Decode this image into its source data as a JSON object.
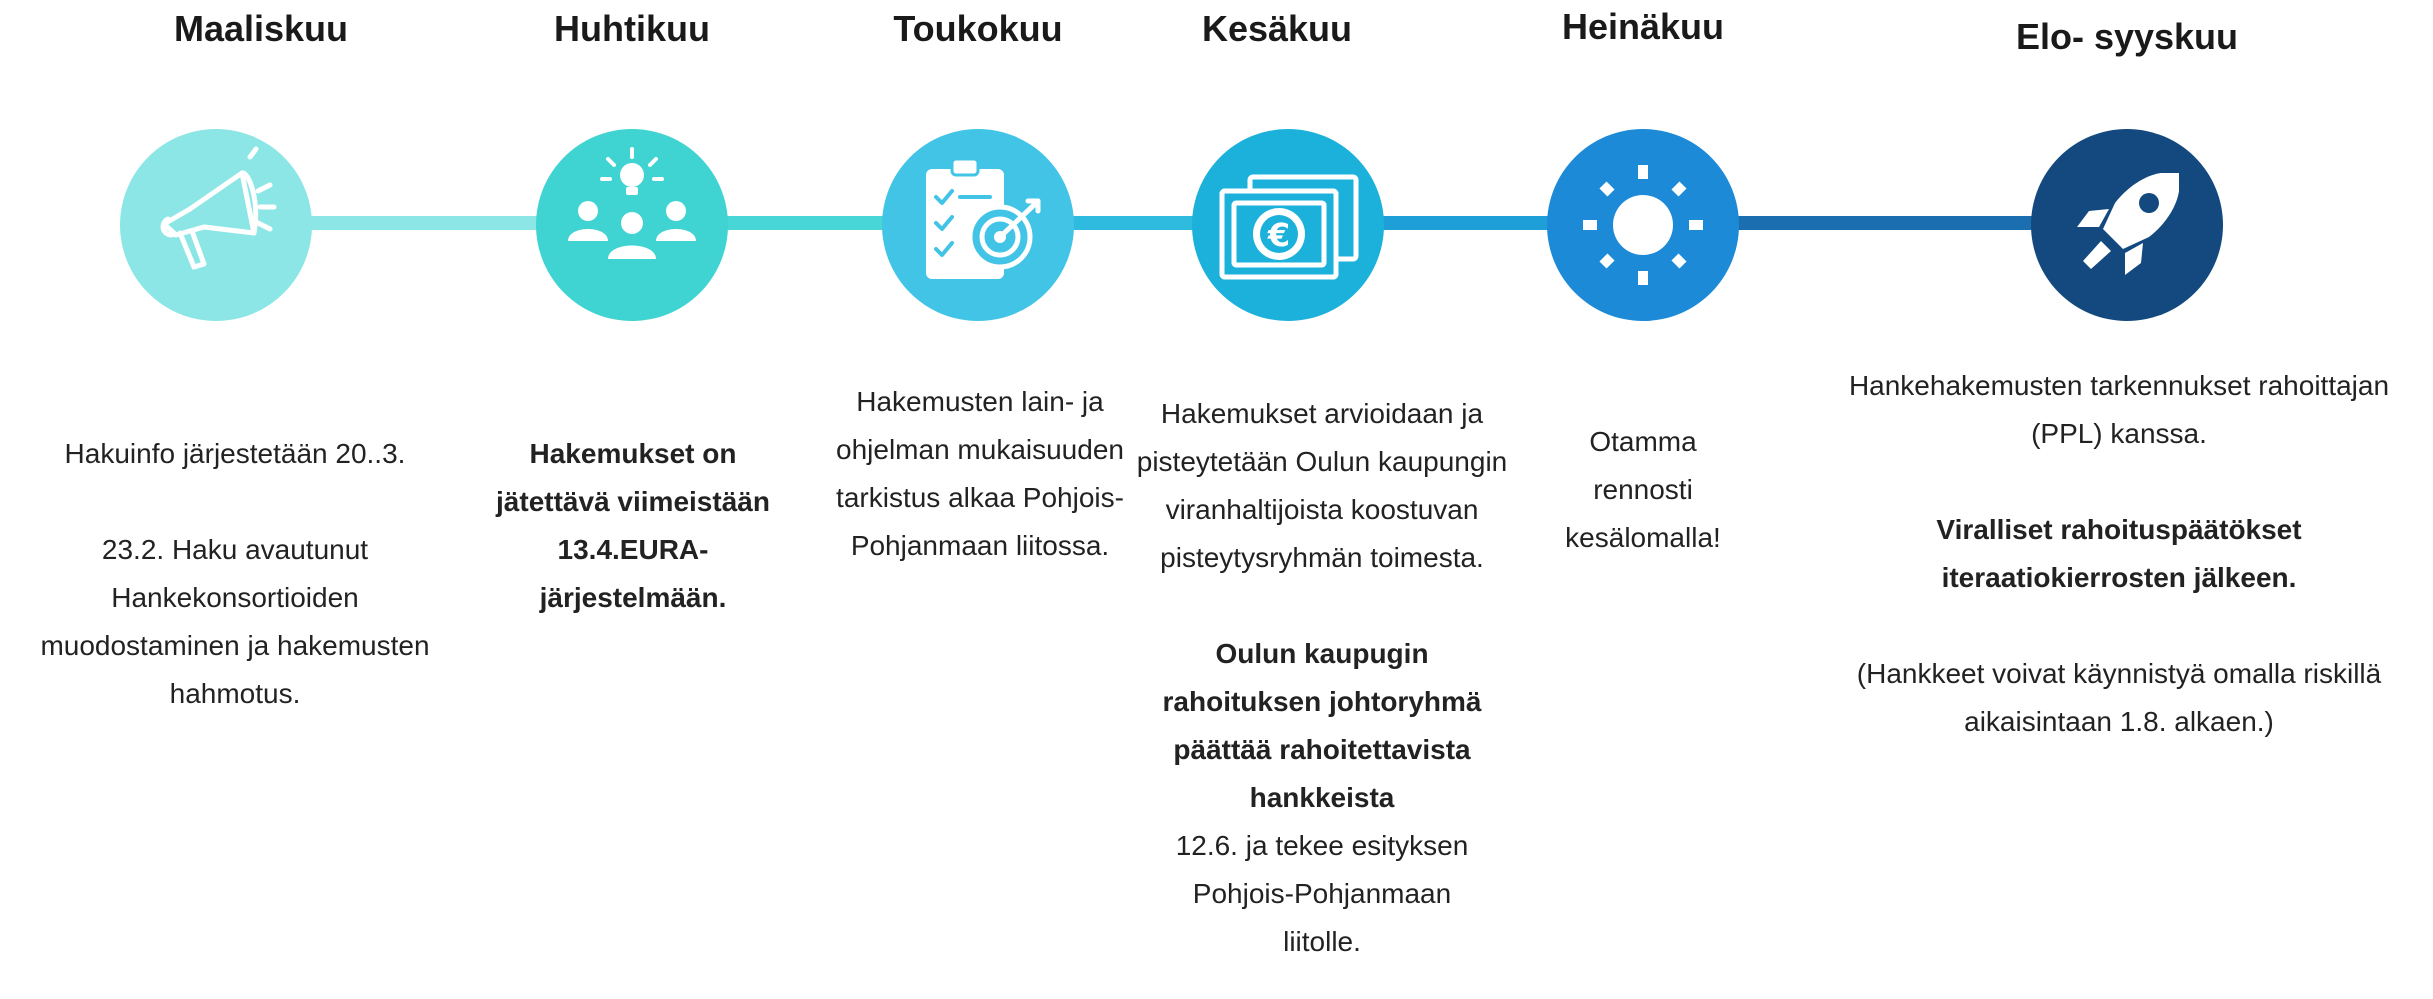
{
  "colors": {
    "c1": "#8de6e6",
    "c2": "#3fd4d1",
    "c3": "#42c4e6",
    "c4": "#1bb1da",
    "c5": "#1c8ad6",
    "c6": "#13497e",
    "line1": "#8de6e6",
    "line2": "#49d6d6",
    "line3": "#2fbbe0",
    "line4": "#1e9fd8",
    "line5": "#1b6fb0"
  },
  "months": {
    "m1": "Maaliskuu",
    "m2": "Huhtikuu",
    "m3": "Toukokuu",
    "m4": "Kesäkuu",
    "m5": "Heinäkuu",
    "m6": "Elo- syyskuu"
  },
  "icons": [
    "megaphone-icon",
    "ideas-team-icon",
    "checklist-target-icon",
    "euro-banknote-icon",
    "sun-icon",
    "rocket-icon"
  ],
  "texts": {
    "m1_p1": "Hakuinfo järjestetään 20..3.",
    "m1_p2": "23.2. Haku avautunut Hankekonsortioiden muodostaminen ja hakemusten hahmotus.",
    "m2_p1": "Hakemukset on jätettävä viimeistään 13.4.EURA-järjestelmään.",
    "m3_p1": "Hakemusten lain- ja ohjelman mukaisuuden tarkistus alkaa Pohjois-Pohjanmaan liitossa.",
    "m4_p1": "Hakemukset arvioidaan ja pisteytetään Oulun kaupungin viranhaltijoista koostuvan pisteytysryhmän toimesta.",
    "m4_p2": "Oulun kaupugin rahoituksen johtoryhmä päättää rahoitettavista hankkeista",
    "m4_p3": "12.6. ja tekee esityksen Pohjois-Pohjanmaan liitolle.",
    "m5_p1": "Otamma rennosti kesälomalla!",
    "m6_p1": "Hankehakemusten tarkennukset rahoittajan (PPL) kanssa.",
    "m6_p2": "Viralliset rahoituspäätökset iteraatiokierrosten jälkeen.",
    "m6_p3": "(Hankkeet voivat käynnistyä omalla riskillä aikaisintaan 1.8. alkaen.)"
  }
}
